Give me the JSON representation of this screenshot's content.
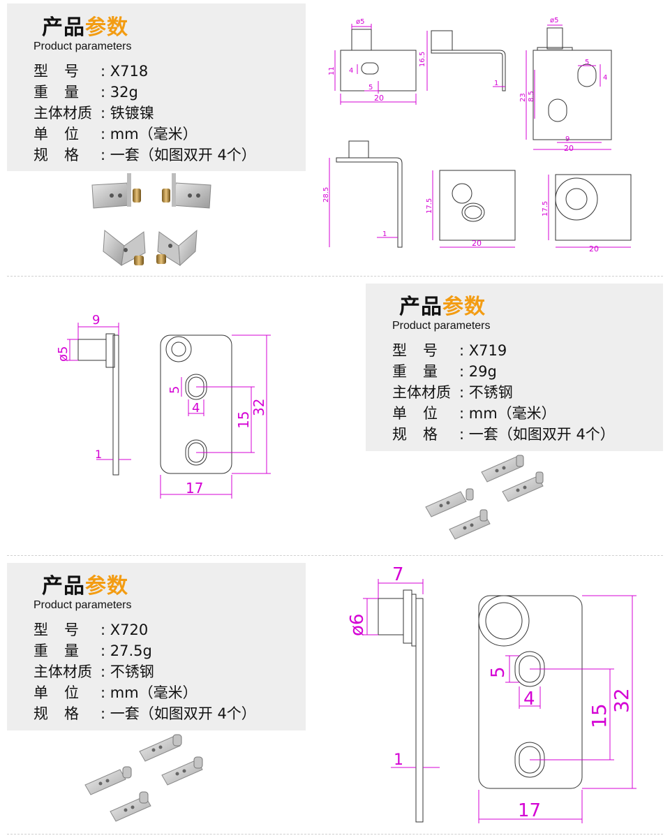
{
  "colors": {
    "accent": "#f39c12",
    "dimension": "#d400d4",
    "panel": "#eeeeee"
  },
  "sections": [
    {
      "title_a": "产品",
      "title_b": "参数",
      "subtitle": "Product parameters",
      "rows": [
        {
          "k1": "型",
          "k2": "号",
          "sep": ":",
          "v": "X718"
        },
        {
          "k1": "重",
          "k2": "量",
          "sep": ":",
          "v": "32g"
        },
        {
          "k": "主体材质",
          "sep": ":",
          "v": "铁镀镍"
        },
        {
          "k1": "单",
          "k2": "位",
          "sep": ":",
          "v": "mm（毫米）"
        },
        {
          "k1": "规",
          "k2": "格",
          "sep": ":",
          "v": "一套（如图双开 4个）"
        }
      ]
    },
    {
      "title_a": "产品",
      "title_b": "参数",
      "subtitle": "Product parameters",
      "rows": [
        {
          "k1": "型",
          "k2": "号",
          "sep": ":",
          "v": "X719"
        },
        {
          "k1": "重",
          "k2": "量",
          "sep": ":",
          "v": "29g"
        },
        {
          "k": "主体材质",
          "sep": ":",
          "v": "不锈钢"
        },
        {
          "k1": "单",
          "k2": "位",
          "sep": ":",
          "v": "mm（毫米）"
        },
        {
          "k1": "规",
          "k2": "格",
          "sep": ":",
          "v": "一套（如图双开 4个）"
        }
      ]
    },
    {
      "title_a": "产品",
      "title_b": "参数",
      "subtitle": "Product parameters",
      "rows": [
        {
          "k1": "型",
          "k2": "号",
          "sep": ":",
          "v": "X720"
        },
        {
          "k1": "重",
          "k2": "量",
          "sep": ":",
          "v": "27.5g"
        },
        {
          "k": "主体材质",
          "sep": ":",
          "v": "不锈钢"
        },
        {
          "k1": "单",
          "k2": "位",
          "sep": ":",
          "v": "mm（毫米）"
        },
        {
          "k1": "规",
          "k2": "格",
          "sep": ":",
          "v": "一套（如图双开 4个）"
        }
      ]
    }
  ],
  "dims": {
    "x718": {
      "d5a": "ø5",
      "h11": "11",
      "h4": "4",
      "w5": "5",
      "w20a": "20",
      "h16_5": "16.5",
      "t1": "1",
      "d5b": "ø5",
      "s5": "5",
      "s4": "4",
      "h23": "23",
      "h8_5": "8.5",
      "w9": "9",
      "w20b": "20",
      "h28_5": "28.5",
      "t1b": "1",
      "h17_5a": "17.5",
      "w20c": "20",
      "h17_5b": "17.5",
      "w20d": "20"
    },
    "x719": {
      "w9": "9",
      "d5": "ø5",
      "t1": "1",
      "s5": "5",
      "s4": "4",
      "h15": "15",
      "h32": "32",
      "w17": "17"
    },
    "x720": {
      "w7": "7",
      "d6": "ø6",
      "t1": "1",
      "s5": "5",
      "s4": "4",
      "h15": "15",
      "h32": "32",
      "w17": "17"
    }
  }
}
